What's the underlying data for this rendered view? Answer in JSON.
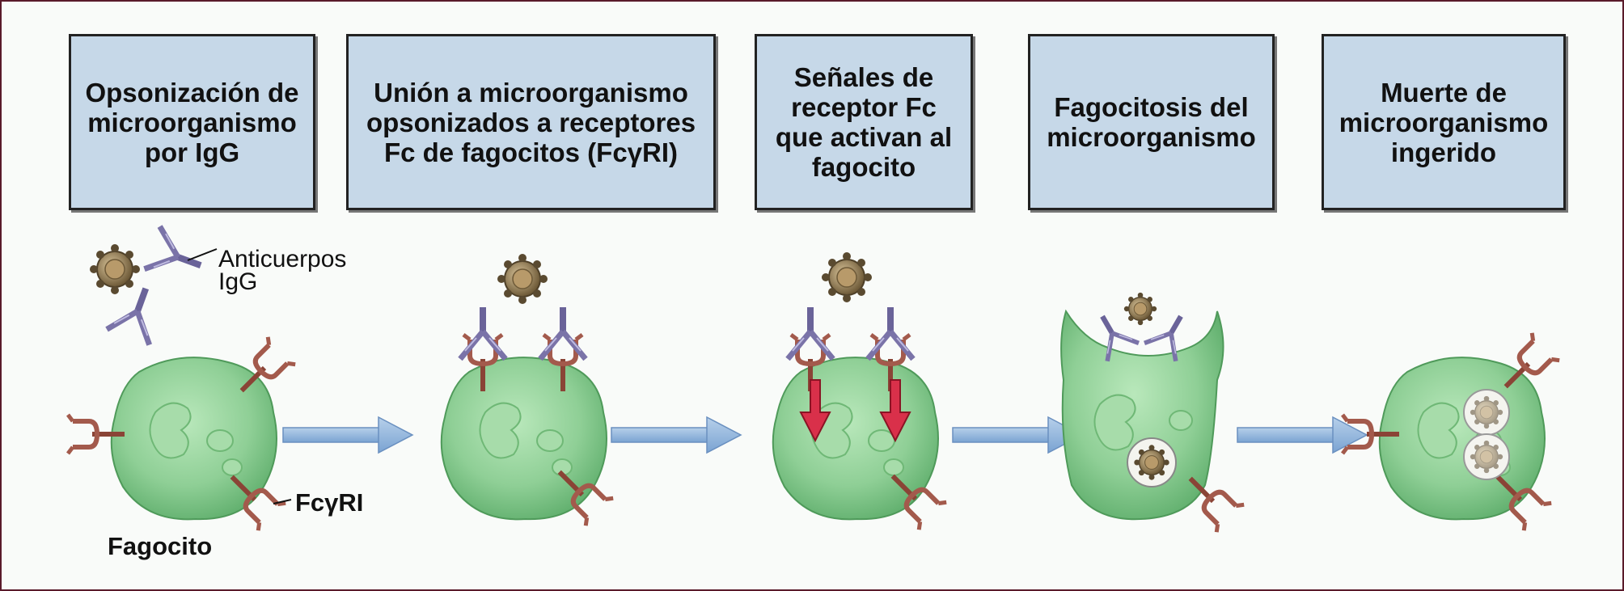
{
  "steps": [
    {
      "text": "Opsonización de microorganismo por IgG"
    },
    {
      "text": "Unión a microorganismo opsonizados a receptores Fc de fagocitos (FcγRI)"
    },
    {
      "text": "Señales de receptor Fc que activan al fagocito"
    },
    {
      "text": "Fagocitosis del microorganismo"
    },
    {
      "text": "Muerte de microorganismo ingerido"
    }
  ],
  "labels": {
    "antibodies_line1": "Anticuerpos",
    "antibodies_line2": "IgG",
    "receptor": "FcγRI",
    "phagocyte": "Fagocito"
  },
  "colors": {
    "box_fill": "#c6d8e8",
    "cell_fill": "#8fcf96",
    "arrow": "#8fb4dc",
    "receptor": "#a35a4c",
    "antibody": "#7a73a8",
    "signal_arrow": "#d9304a",
    "microbe": "#8a7550"
  }
}
